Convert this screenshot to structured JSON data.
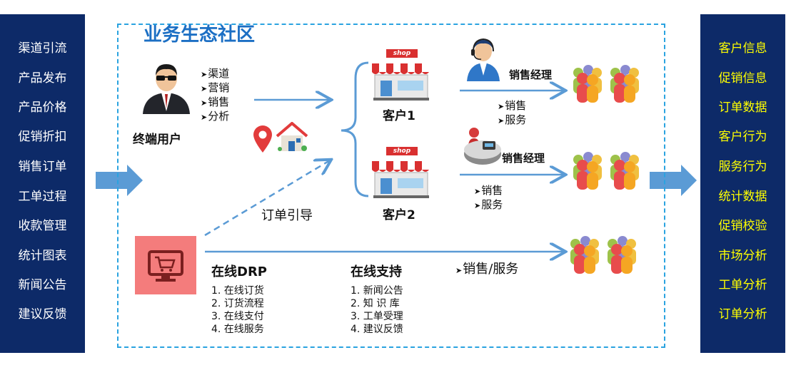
{
  "title": "业务生态社区",
  "left_panel": {
    "items": [
      "渠道引流",
      "产品发布",
      "产品价格",
      "促销折扣",
      "销售订单",
      "工单过程",
      "收款管理",
      "统计图表",
      "新闻公告",
      "建议反馈"
    ]
  },
  "right_panel": {
    "items": [
      "客户信息",
      "促销信息",
      "订单数据",
      "客户行为",
      "服务行为",
      "统计数据",
      "促销校验",
      "市场分析",
      "工单分析",
      "订单分析"
    ]
  },
  "end_user": {
    "label": "终端用户",
    "bullets": [
      "渠道",
      "营销",
      "销售",
      "分析"
    ]
  },
  "shop_sign": "shop",
  "customer1": {
    "label": "客户1"
  },
  "customer2": {
    "label": "客户2"
  },
  "sales_manager_1": {
    "label": "销售经理",
    "bullets": [
      "销售",
      "服务"
    ]
  },
  "sales_manager_2": {
    "label": "销售经理",
    "bullets": [
      "销售",
      "服务"
    ]
  },
  "order_guide": "订单引导",
  "online_drp": {
    "title": "在线DRP",
    "items": [
      "1. 在线订货",
      "2. 订货流程",
      "3. 在线支付",
      "4. 在线服务"
    ]
  },
  "online_support": {
    "title": "在线支持",
    "items": [
      "1. 新闻公告",
      "2. 知 识 库",
      "3. 工单受理",
      "4. 建议反馈"
    ]
  },
  "sales_service": "销售/服务",
  "colors": {
    "panel_bg": "#0d2a68",
    "left_text": "#ffffff",
    "right_text": "#ffff00",
    "title": "#1c6fc4",
    "arrow": "#5b9bd5",
    "frame": "#2aa3e0",
    "cart_box": "#f47c7c"
  },
  "icons": [
    "businessman-icon",
    "map-pin-icon",
    "house-icon",
    "shop-icon",
    "headset-agent-icon",
    "cashier-icon",
    "people-group-icon",
    "shopping-cart-monitor-icon"
  ]
}
